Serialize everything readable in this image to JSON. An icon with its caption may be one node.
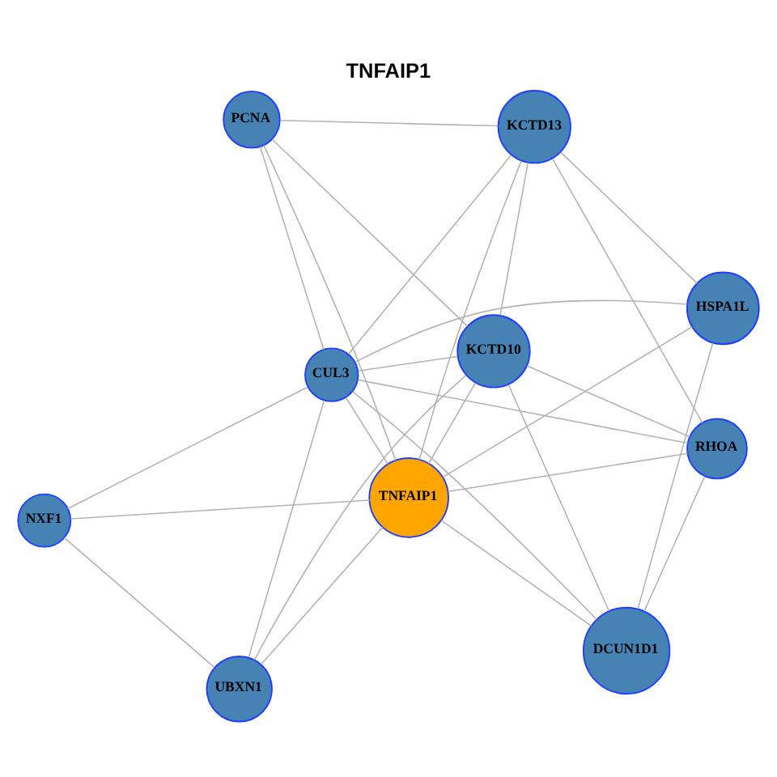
{
  "diagram": {
    "title": "TNFAIP1",
    "nodes": [
      {
        "text": [
          "PCNA"
        ]
      },
      {
        "text": [
          "KCTD10"
        ]
      },
      {
        "text": [
          "UBXN1"
        ]
      },
      {
        "text": [
          "KCTD13"
        ]
      },
      {
        "text": [
          "TNFAIP1"
        ]
      },
      {
        "text": [
          "CUL3"
        ]
      },
      {
        "text": [
          "NXF1"
        ]
      },
      {
        "text": [
          "HSPA1L"
        ]
      },
      {
        "text": [
          "DCUN1D1"
        ]
      },
      {
        "text": [
          "RHOA"
        ]
      }
    ],
    "edges": [
      {
        "from": 0,
        "to": 1,
        "arrow": "none"
      },
      {
        "from": 0,
        "to": 3,
        "arrow": "none"
      },
      {
        "from": 0,
        "to": 4,
        "arrow": "none"
      },
      {
        "from": 0,
        "to": 5,
        "arrow": "none"
      },
      {
        "from": 1,
        "to": 2,
        "arrow": "none"
      },
      {
        "from": 1,
        "to": 3,
        "arrow": "none"
      },
      {
        "from": 1,
        "to": 4,
        "arrow": "none"
      },
      {
        "from": 1,
        "to": 5,
        "arrow": "none"
      },
      {
        "from": 1,
        "to": 8,
        "arrow": "none"
      },
      {
        "from": 1,
        "to": 9,
        "arrow": "none"
      },
      {
        "from": 2,
        "to": 4,
        "arrow": "none"
      },
      {
        "from": 2,
        "to": 5,
        "arrow": "none"
      },
      {
        "from": 2,
        "to": 6,
        "arrow": "none"
      },
      {
        "from": 3,
        "to": 4,
        "arrow": "none"
      },
      {
        "from": 3,
        "to": 5,
        "arrow": "none"
      },
      {
        "from": 3,
        "to": 7,
        "arrow": "none"
      },
      {
        "from": 3,
        "to": 9,
        "arrow": "none"
      },
      {
        "from": 4,
        "to": 5,
        "arrow": "none"
      },
      {
        "from": 4,
        "to": 6,
        "arrow": "none"
      },
      {
        "from": 4,
        "to": 7,
        "arrow": "none"
      },
      {
        "from": 4,
        "to": 8,
        "arrow": "none"
      },
      {
        "from": 4,
        "to": 9,
        "arrow": "none"
      },
      {
        "from": 5,
        "to": 6,
        "arrow": "none"
      },
      {
        "from": 5,
        "to": 7,
        "arrow": "none"
      },
      {
        "from": 5,
        "to": 8,
        "arrow": "none"
      },
      {
        "from": 5,
        "to": 9,
        "arrow": "none"
      },
      {
        "from": 7,
        "to": 8,
        "arrow": "none"
      },
      {
        "from": 8,
        "to": 9,
        "arrow": "none"
      }
    ]
  }
}
